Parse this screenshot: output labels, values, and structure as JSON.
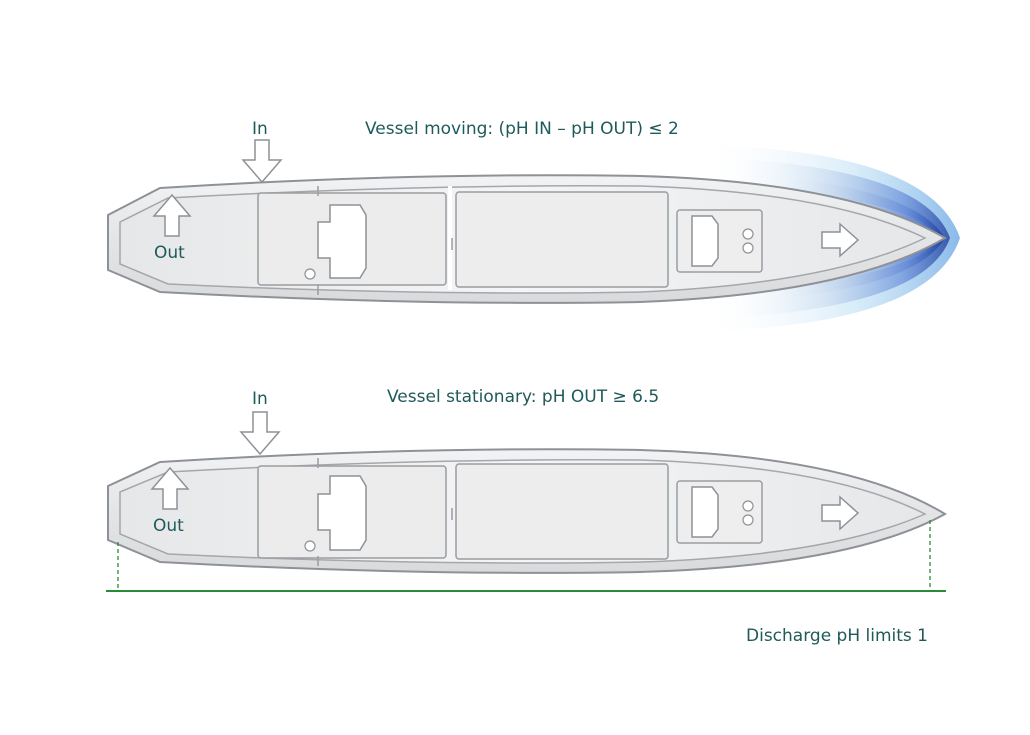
{
  "colors": {
    "text": "#1f5a5a",
    "hull_fill": "#e8e9ea",
    "hull_stroke": "#8e9196",
    "seabed_line": "#2a8a3a",
    "bow_wave": "#2f6fd0"
  },
  "vessel_moving": {
    "condition": "Vessel moving: (pH IN – pH OUT) ≤ 2",
    "inlet_label": "In",
    "outlet_label": "Out",
    "inlet_icon": "down-arrow-icon",
    "outlet_icon": "up-arrow-icon",
    "direction_icon": "right-arrow-icon",
    "has_bow_wave": true
  },
  "vessel_stationary": {
    "condition": "Vessel stationary: pH OUT ≥ 6.5",
    "inlet_label": "In",
    "outlet_label": "Out",
    "inlet_icon": "down-arrow-icon",
    "outlet_icon": "up-arrow-icon",
    "direction_icon": "right-arrow-icon",
    "has_seabed_line": true
  },
  "caption": "Discharge pH limits 1"
}
